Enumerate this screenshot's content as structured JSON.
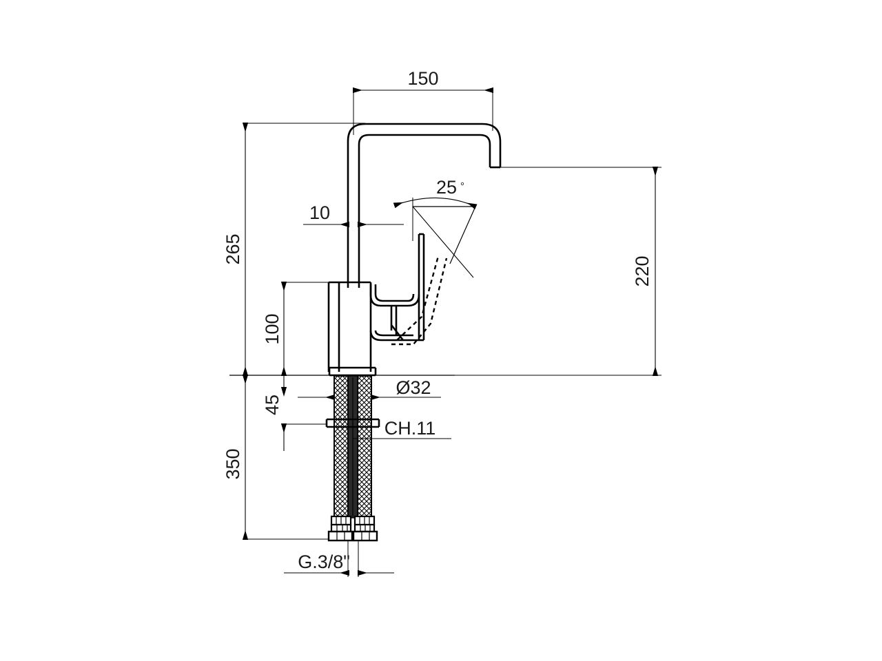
{
  "drawing": {
    "title": "Single-lever basin mixer technical dimension drawing",
    "units": "mm",
    "background_color": "#ffffff",
    "line_color": "#000000"
  },
  "dimensions": {
    "spout_reach": {
      "label": "150",
      "orientation": "horizontal",
      "position": "top"
    },
    "total_height": {
      "label": "265",
      "orientation": "vertical",
      "position": "left-upper"
    },
    "riser_width": {
      "label": "10",
      "orientation": "horizontal",
      "position": "mid-left"
    },
    "lever_angle": {
      "label": "25",
      "degree_symbol": "°",
      "orientation": "angular",
      "position": "mid-right"
    },
    "spout_height": {
      "label": "220",
      "orientation": "vertical",
      "position": "right"
    },
    "body_height": {
      "label": "100",
      "orientation": "vertical",
      "position": "left-inner"
    },
    "shank_length": {
      "label": "45",
      "orientation": "vertical",
      "position": "left-inner-lower"
    },
    "base_diameter": {
      "label": "Ø32",
      "orientation": "horizontal",
      "position": "below-deck"
    },
    "nut_wrench_size": {
      "label": "CH.11",
      "orientation": "leader",
      "position": "below-deck"
    },
    "hose_length": {
      "label": "350",
      "orientation": "vertical",
      "position": "left-lower"
    },
    "hose_thread": {
      "label": "G.3/8\"",
      "orientation": "horizontal",
      "position": "bottom"
    }
  },
  "parts": {
    "spout": "square-arc-spout",
    "riser": "vertical-riser-tube",
    "body": "cylindrical-mixer-body",
    "lever": "single-lever-handle",
    "lever_open_position": "dashed-outline-25deg",
    "deck_flange": "base-flange",
    "shank": "threaded-shank",
    "hoses": "braided-flexible-hoses",
    "nuts": "connection-nuts"
  }
}
